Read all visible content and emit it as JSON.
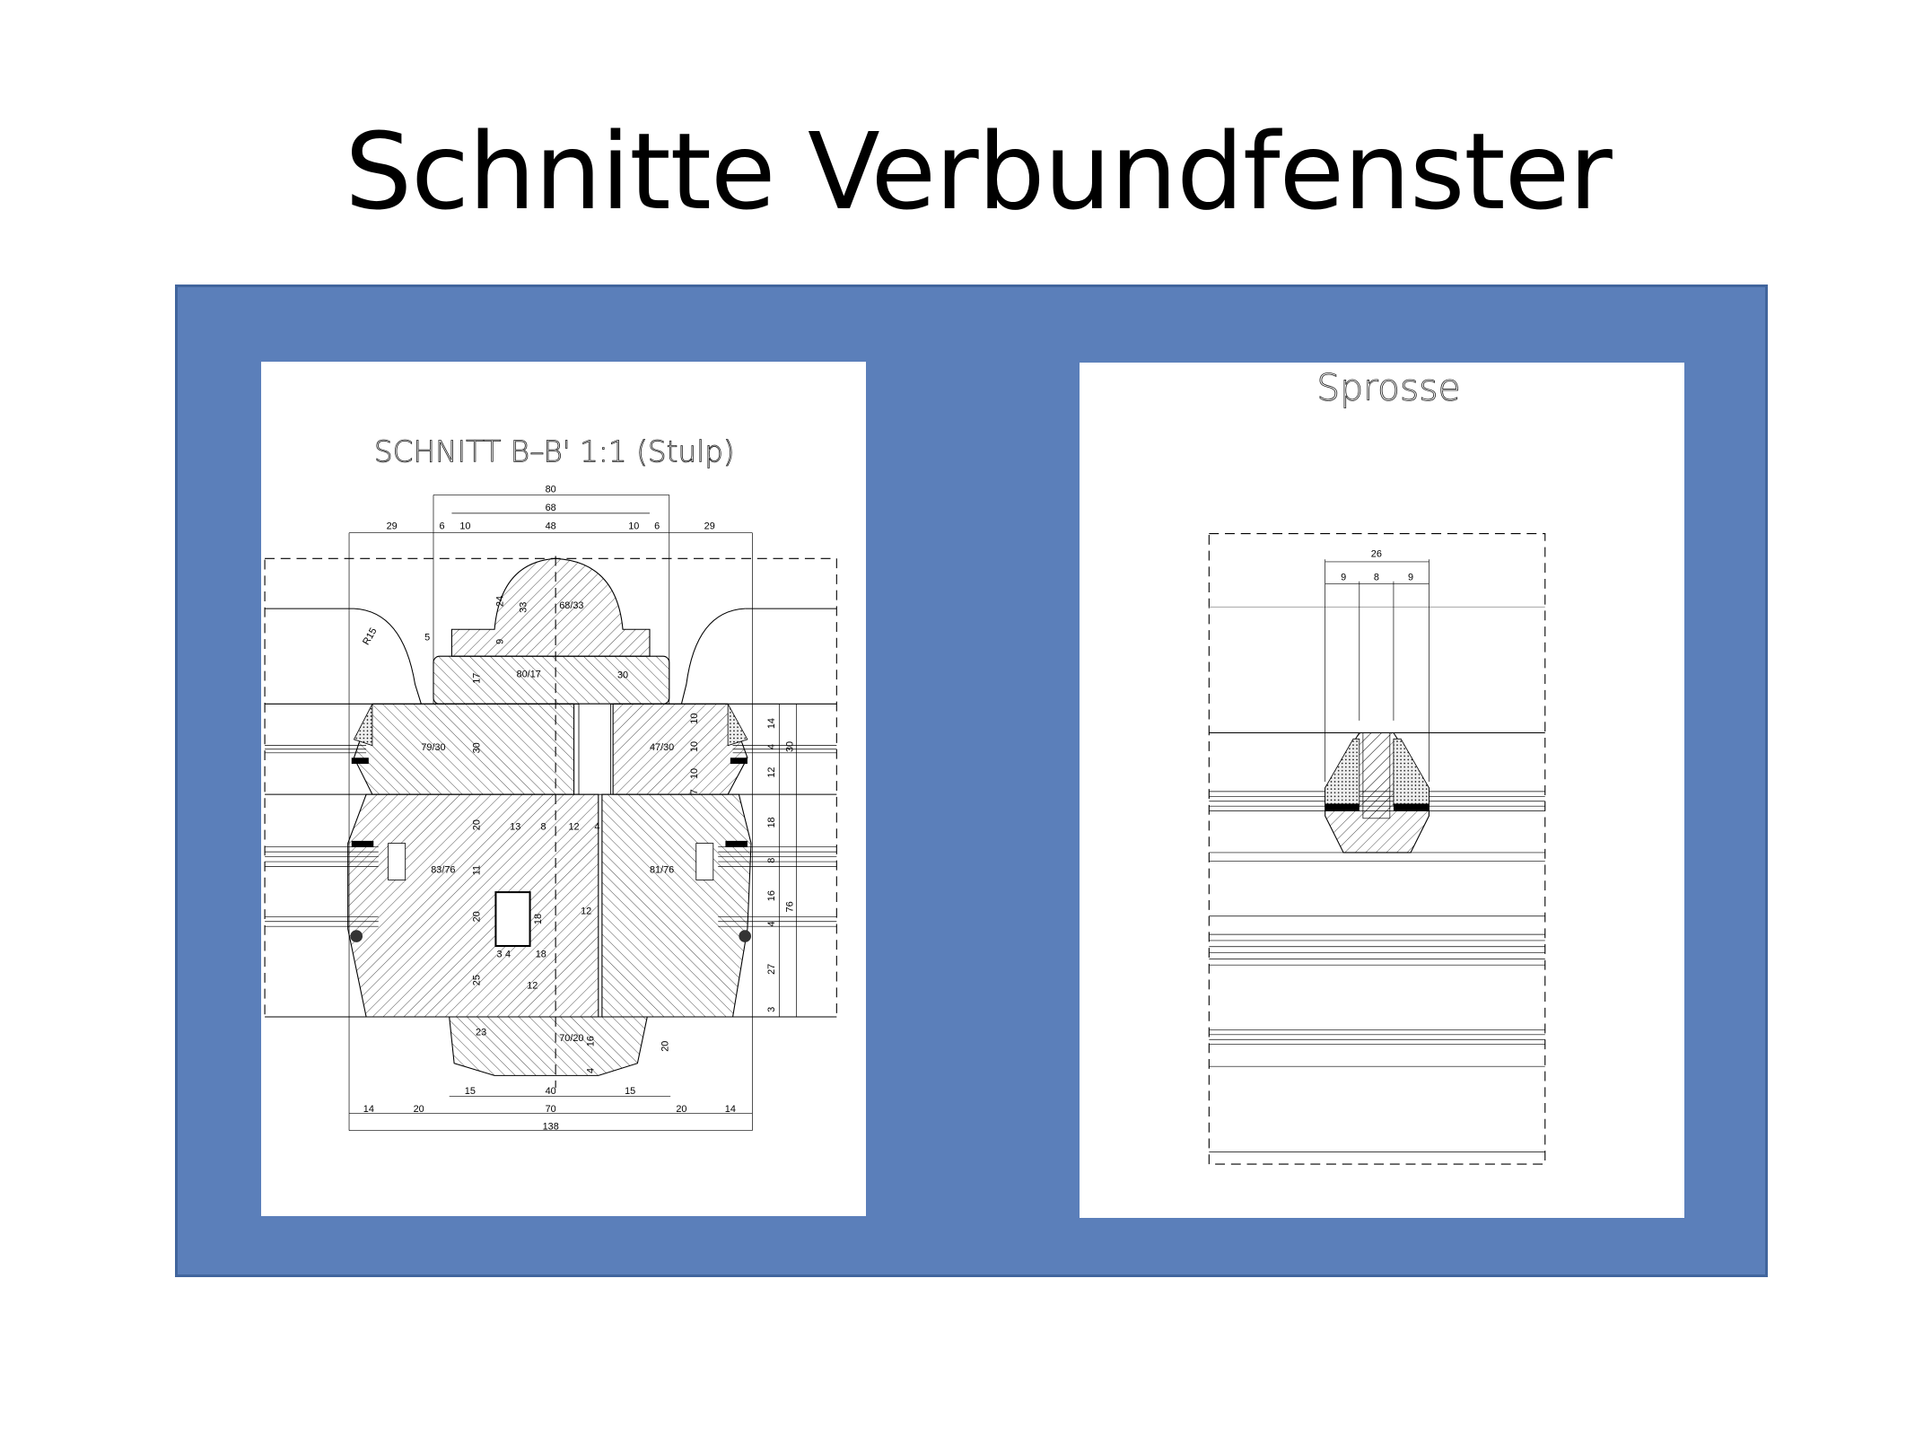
{
  "slide": {
    "title": "Schnitte Verbundfenster"
  },
  "colors": {
    "frame": "#5b7fba",
    "frame_border": "#41659d"
  },
  "left_drawing": {
    "title": "SCHNITT B–B'   1:1  (Stulp)",
    "labels": {
      "top": [
        "80",
        "68",
        "29",
        "6",
        "10",
        "48",
        "10",
        "6",
        "29"
      ],
      "upper": [
        "24",
        "33",
        "68/33",
        "R15",
        "5",
        "9",
        "17",
        "80/17",
        "30",
        "79/30",
        "30",
        "47/30",
        "10",
        "10",
        "10",
        "7"
      ],
      "right": [
        "14",
        "4",
        "30",
        "12",
        "18",
        "8",
        "16",
        "76",
        "4",
        "27",
        "3"
      ],
      "middle": [
        "20",
        "13",
        "8",
        "12",
        "4",
        "83/76",
        "11",
        "81/76",
        "20",
        "18",
        "12",
        "3",
        "4",
        "18",
        "25",
        "12"
      ],
      "lower": [
        "23",
        "70/20",
        "16",
        "20",
        "4"
      ],
      "bottom": [
        "15",
        "40",
        "15",
        "14",
        "20",
        "70",
        "20",
        "14",
        "138"
      ]
    }
  },
  "right_drawing": {
    "title": "Sprosse",
    "labels": [
      "26",
      "9",
      "8",
      "9"
    ]
  }
}
